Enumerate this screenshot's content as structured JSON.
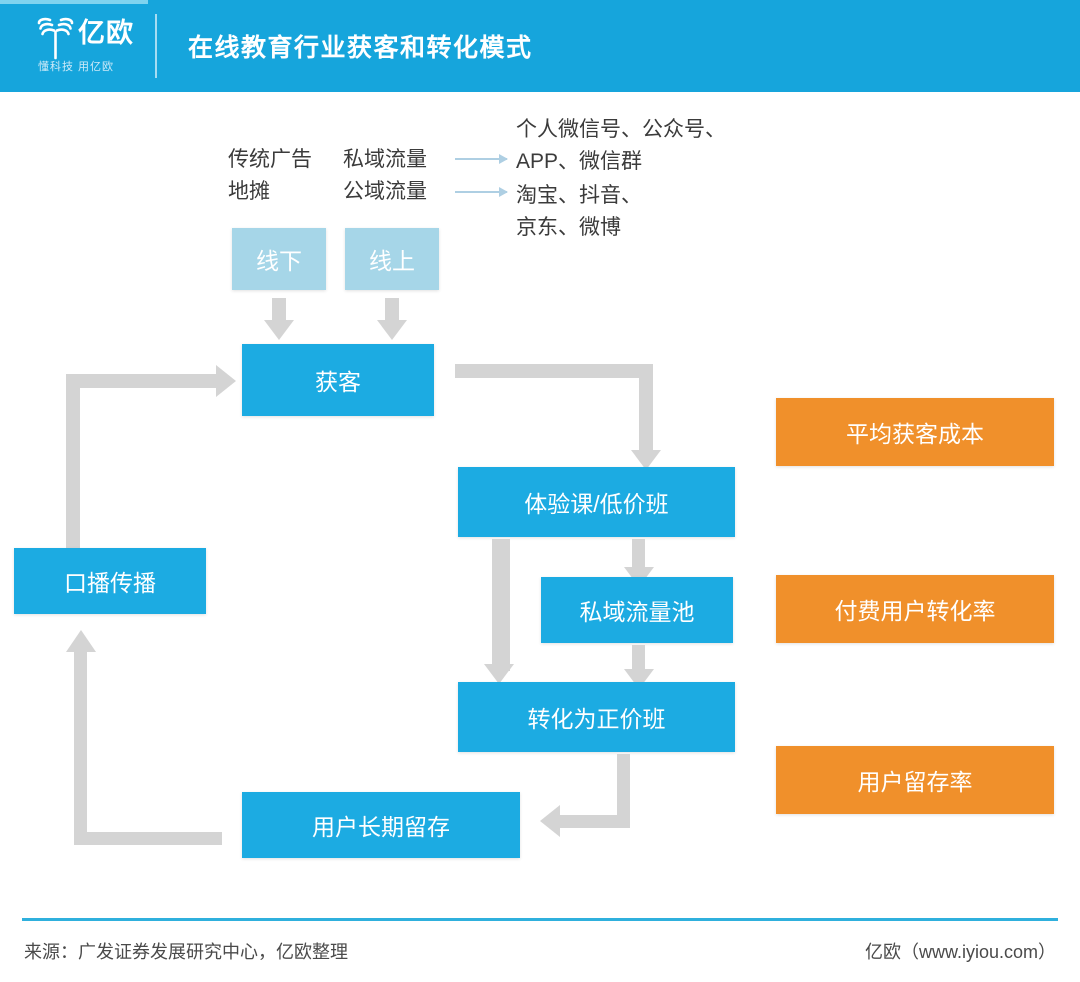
{
  "header": {
    "logo_cn": "亿欧",
    "logo_tagline": "懂科技 用亿欧",
    "title": "在线教育行业获客和转化模式"
  },
  "sources": {
    "offline_label_line1": "传统广告",
    "offline_label_line2": "地摊",
    "online_label_line1": "私域流量",
    "online_label_line2": "公域流量",
    "private_examples_line1": "个人微信号、公众号、",
    "private_examples_line2": "APP、微信群",
    "public_examples_line1": "淘宝、抖音、",
    "public_examples_line2": "京东、微博"
  },
  "nodes": {
    "offline": "线下",
    "online": "线上",
    "acquire": "获客",
    "trial_class": "体验课/低价班",
    "private_pool": "私域流量池",
    "convert_full_price": "转化为正价班",
    "long_term_retention": "用户长期留存",
    "word_of_mouth": "口播传播"
  },
  "metrics": {
    "avg_acquisition_cost": "平均获客成本",
    "paid_conversion_rate": "付费用户转化率",
    "user_retention_rate": "用户留存率"
  },
  "footer": {
    "source": "来源：广发证券发展研究中心，亿欧整理",
    "attribution": "亿欧（www.iyiou.com）"
  },
  "colors": {
    "header_blue": "#16a5dc",
    "node_blue": "#1cabe2",
    "node_light_blue": "#a6d6e8",
    "metric_orange": "#f0902b",
    "connector_grey": "#d4d4d4",
    "thin_arrow_blue": "#aecfe3"
  }
}
